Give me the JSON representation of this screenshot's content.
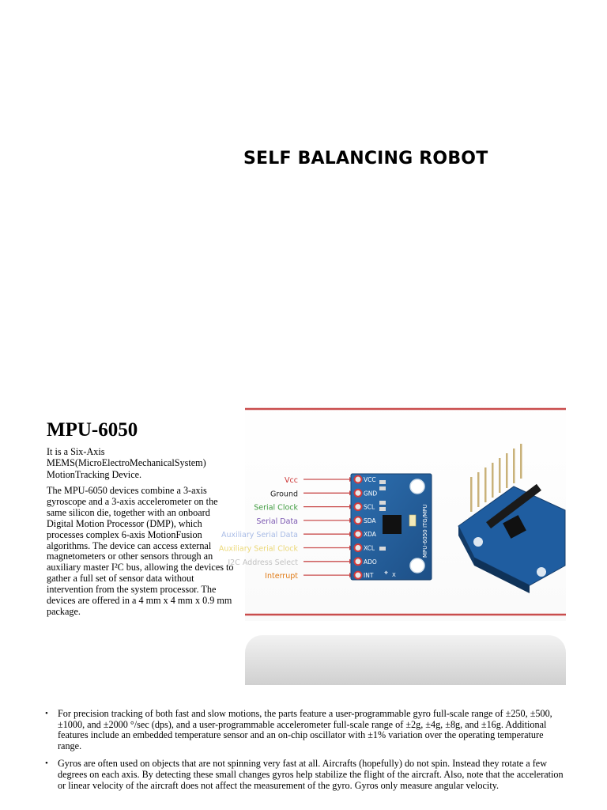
{
  "title": "SELF BALANCING ROBOT",
  "section": {
    "heading": "MPU-6050",
    "intro": "It is a Six-Axis MEMS(MicroElectroMechanicalSystem) MotionTracking Device.",
    "body": "The MPU-6050 devices combine a 3-axis gyroscope and a 3-axis accelerometer on the same silicon die, together with an onboard Digital Motion Processor (DMP), which processes complex 6-axis MotionFusion algorithms. The device can access external magnetometers or other sensors through an auxiliary master I²C bus, allowing the devices to gather a full set of sensor data without intervention from the system processor. The devices are offered in a 4 mm x 4 mm x 0.9 mm package."
  },
  "figure": {
    "pin_labels": [
      "Vcc",
      "Ground",
      "Serial Clock",
      "Serial Data",
      "Auxiliary Serial Data",
      "Auxiliary Serial Clock",
      "I2C Address Select",
      "Interrupt"
    ],
    "pin_colors": [
      "#cc3333",
      "#222222",
      "#3f9b3f",
      "#7a56b0",
      "#6f8fd6",
      "#e0c020",
      "#9a9a9a",
      "#e07b17"
    ],
    "pins": [
      "VCC",
      "GND",
      "SCL",
      "SDA",
      "XDA",
      "XCL",
      "ADO",
      "INT"
    ],
    "board_label": "MPU-6050 ITG/MPU",
    "accent_color": "#c94c4c"
  },
  "bullets": [
    "For precision tracking of both fast and slow motions, the parts feature a user-programmable gyro full-scale range of ±250, ±500, ±1000, and ±2000 °/sec (dps), and a user-programmable accelerometer full-scale range of ±2g, ±4g, ±8g, and ±16g. Additional features include an embedded temperature sensor and an on-chip oscillator with ±1% variation over the operating temperature range.",
    "Gyros are often used on objects that are not spinning very fast at all. Aircrafts (hopefully) do not spin. Instead they rotate a few degrees on each axis. By detecting these small changes gyros help stabilize the flight of the aircraft. Also, note that the acceleration or linear velocity of the aircraft does not affect the measurement of the gyro. Gyros only measure angular velocity."
  ]
}
